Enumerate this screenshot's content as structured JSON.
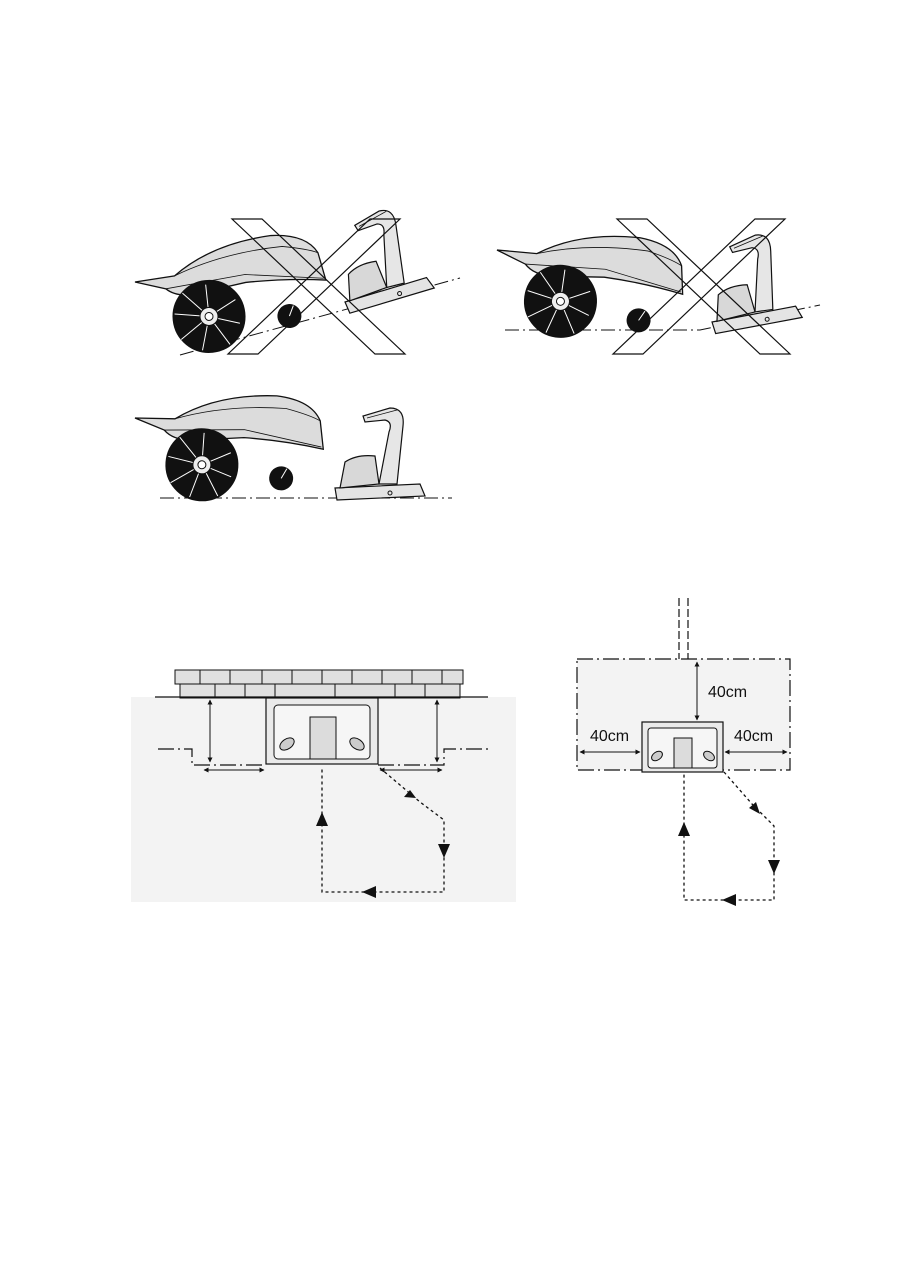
{
  "page": {
    "background": "#ffffff"
  },
  "colors": {
    "line": "#111111",
    "body_fill": "#dcdcdc",
    "wheel_fill": "#111111",
    "ground_panel": "#f3f3f3"
  },
  "figures": {
    "incorrect_slope_up": {
      "marker": "x-cross",
      "state": "incorrect"
    },
    "incorrect_slope_down": {
      "marker": "x-cross",
      "state": "incorrect"
    },
    "correct_flat": {
      "state": "correct"
    }
  },
  "plan_with_distances": {
    "top_distance": "40cm",
    "left_distance": "40cm",
    "right_distance": "40cm"
  },
  "icons": [
    "wall-bricks",
    "dashed-path-arrow",
    "dimension-arrow",
    "x-cross-mark"
  ]
}
